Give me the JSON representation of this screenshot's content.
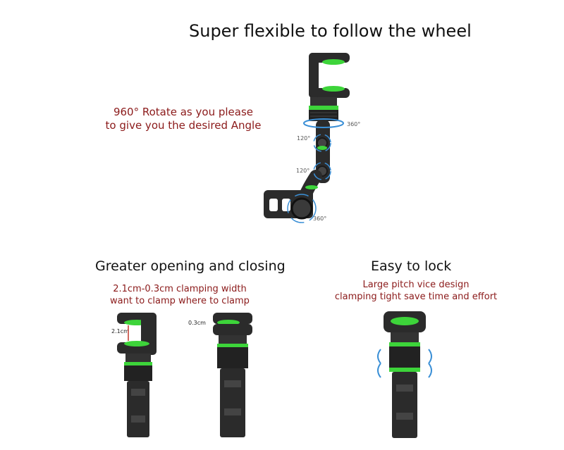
{
  "top": {
    "title": "Super flexible to follow the wheel",
    "rotate_line1": "960° Rotate as you please",
    "rotate_line2": "to give you the desired Angle",
    "deg_360_top": "360°",
    "deg_120_a": "120°",
    "deg_120_b": "120°",
    "deg_360_bottom": "360°"
  },
  "left_section": {
    "title": "Greater opening and closing",
    "desc_line1": "2.1cm-0.3cm clamping width",
    "desc_line2": "want to clamp where to clamp",
    "open_label": "2.1cm",
    "closed_label": "0.3cm"
  },
  "right_section": {
    "title": "Easy to lock",
    "desc_line1": "Large pitch vice design",
    "desc_line2": "clamping tight save time and effort"
  },
  "colors": {
    "accent_green": "#3dd43a",
    "body_dark": "#2b2b2b",
    "text_red": "#8b1a1a",
    "arrow_blue": "#3a8fd6"
  }
}
